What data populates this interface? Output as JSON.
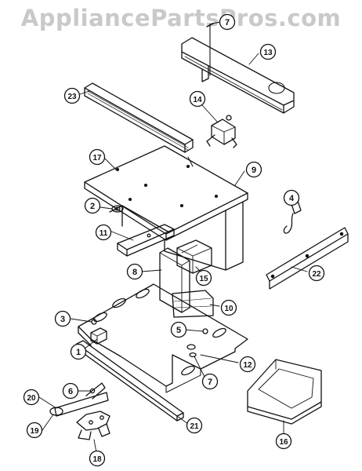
{
  "watermark": "AppliancePartsPros.com",
  "callouts": [
    {
      "id": "c7top",
      "num": "7"
    },
    {
      "id": "c13",
      "num": "13"
    },
    {
      "id": "c23",
      "num": "23"
    },
    {
      "id": "c14",
      "num": "14"
    },
    {
      "id": "c17",
      "num": "17"
    },
    {
      "id": "c9",
      "num": "9"
    },
    {
      "id": "c2",
      "num": "2"
    },
    {
      "id": "c4",
      "num": "4"
    },
    {
      "id": "c11",
      "num": "11"
    },
    {
      "id": "c8",
      "num": "8"
    },
    {
      "id": "c15",
      "num": "15"
    },
    {
      "id": "c22",
      "num": "22"
    },
    {
      "id": "c10",
      "num": "10"
    },
    {
      "id": "c3",
      "num": "3"
    },
    {
      "id": "c5",
      "num": "5"
    },
    {
      "id": "c1",
      "num": "1"
    },
    {
      "id": "c12",
      "num": "12"
    },
    {
      "id": "c7",
      "num": "7"
    },
    {
      "id": "c6",
      "num": "6"
    },
    {
      "id": "c20",
      "num": "20"
    },
    {
      "id": "c19",
      "num": "19"
    },
    {
      "id": "c21",
      "num": "21"
    },
    {
      "id": "c16",
      "num": "16"
    },
    {
      "id": "c18",
      "num": "18"
    }
  ],
  "colors": {
    "line": "#111111",
    "watermark": "#c9c9c9"
  }
}
